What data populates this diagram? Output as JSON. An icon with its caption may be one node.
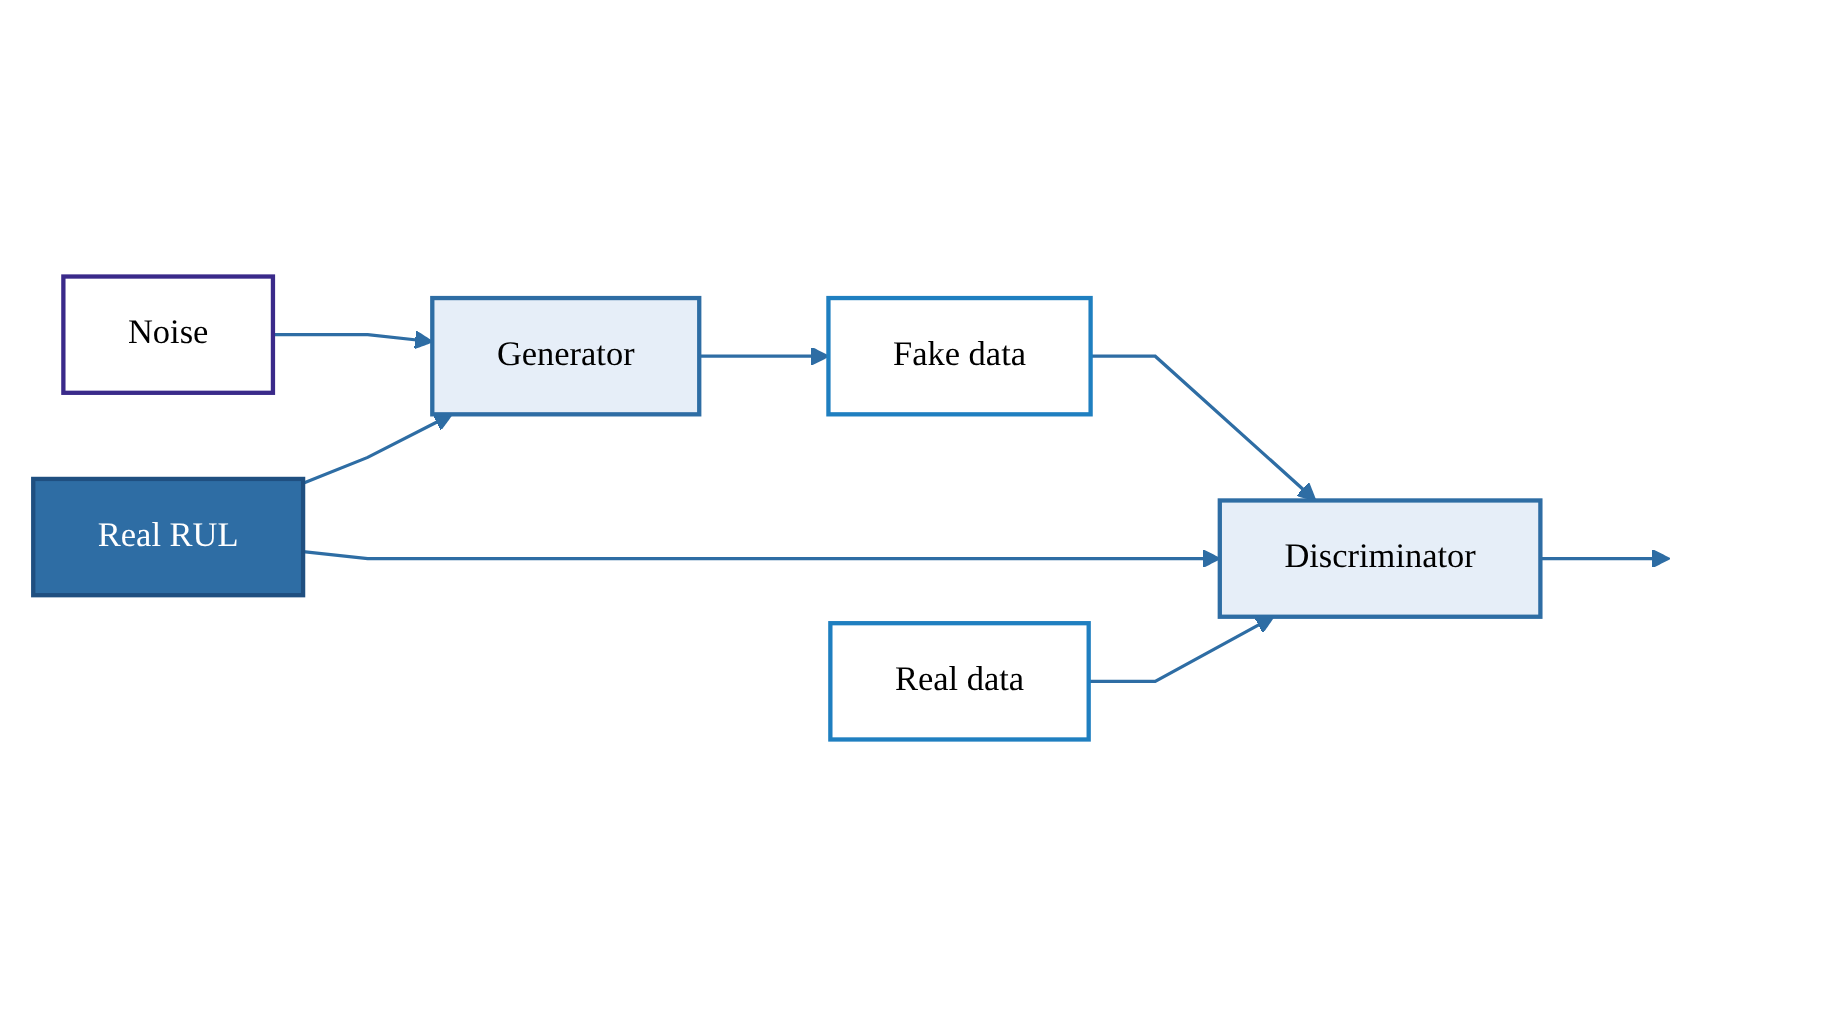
{
  "diagram": {
    "nodes": [
      {
        "text": [
          "Noise"
        ]
      },
      {
        "text": [
          "Generator"
        ]
      },
      {
        "text": [
          "Fake data"
        ]
      },
      {
        "text": [
          "Real RUL"
        ]
      },
      {
        "text": [
          "Real data"
        ]
      },
      {
        "text": [
          "Discriminator"
        ]
      }
    ],
    "edges": [
      {
        "from": 0,
        "to": 1,
        "arrow": "to"
      },
      {
        "from": 3,
        "to": 1,
        "arrow": "to"
      },
      {
        "from": 1,
        "to": 2,
        "arrow": "to"
      },
      {
        "from": 2,
        "to": 5,
        "arrow": "to"
      },
      {
        "from": 3,
        "to": 5,
        "arrow": "to"
      },
      {
        "from": 4,
        "to": 5,
        "arrow": "to"
      },
      {
        "from": 5,
        "to": null,
        "arrow": "to"
      }
    ]
  }
}
